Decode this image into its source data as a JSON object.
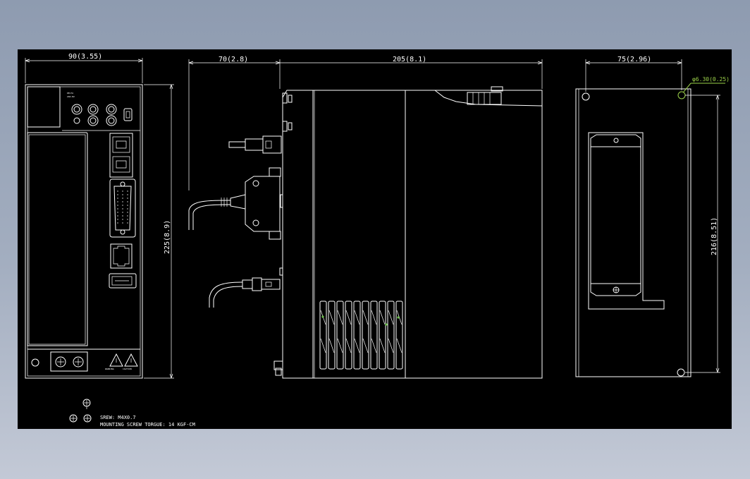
{
  "dimensions": {
    "front_width": "90(3.55)",
    "front_height": "225(8.9)",
    "side_offset": "70(2.8)",
    "side_depth": "205(8.1)",
    "mount_width": "75(2.96)",
    "mount_height": "216(8.51)",
    "hole_diameter": "φ6.30(0.25)"
  },
  "notes": {
    "screw": "SREW: M4X0.7",
    "torque": "MOUNTING SCREW TORGUE: 14 KGF-CM"
  },
  "panel_labels": {
    "brand": "DELTA",
    "model": "ASD-B2",
    "warning": "WARNING",
    "caution": "CAUTION"
  },
  "colors": {
    "background": "#000000",
    "lines": "#ffffff",
    "highlight": "#9dd34a"
  }
}
